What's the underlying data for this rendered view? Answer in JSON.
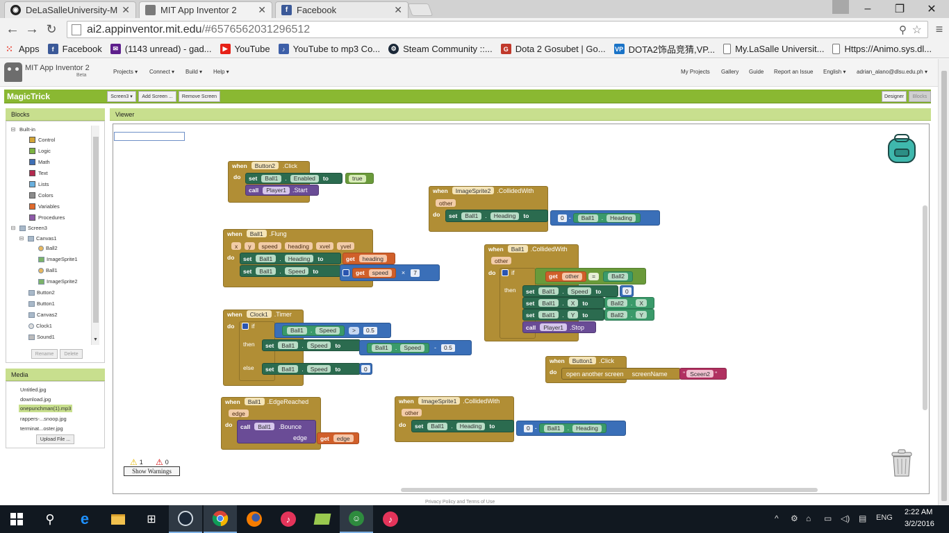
{
  "browser": {
    "tabs": [
      {
        "title": "DeLaSalleUniversity-Manil",
        "icon": "github-icon"
      },
      {
        "title": "MIT App Inventor 2",
        "icon": "app-inventor-icon"
      },
      {
        "title": "Facebook",
        "icon": "facebook-icon"
      }
    ],
    "url_host": "ai2.appinventor.mit.edu",
    "url_path": "/#6576562031296512",
    "bookmarks": [
      {
        "label": "Apps",
        "icon": "apps-icon",
        "color": "#ea4335"
      },
      {
        "label": "Facebook",
        "icon": "facebook-icon",
        "color": "#3b5998"
      },
      {
        "label": "(1143 unread) - gad...",
        "icon": "yahoo-mail-icon",
        "color": "#5e1f8c"
      },
      {
        "label": "YouTube",
        "icon": "youtube-icon",
        "color": "#e62117"
      },
      {
        "label": "YouTube to mp3 Co...",
        "icon": "mp3-icon",
        "color": "#3d5fa8"
      },
      {
        "label": "Steam Community ::...",
        "icon": "steam-icon",
        "color": "#1b2838"
      },
      {
        "label": "Dota 2 Gosubet | Go...",
        "icon": "gosubet-icon",
        "color": "#c0392b"
      },
      {
        "label": "DOTA2饰品竞猜,VP...",
        "icon": "vp-icon",
        "color": "#1a73c7"
      },
      {
        "label": "My.LaSalle Universit...",
        "icon": "page-icon",
        "color": "#ffffff"
      },
      {
        "label": "Https://Animo.sys.dl...",
        "icon": "page-icon",
        "color": "#ffffff"
      }
    ]
  },
  "app": {
    "title": "MIT App Inventor 2",
    "beta": "Beta",
    "menu": [
      "Projects ▾",
      "Connect ▾",
      "Build ▾",
      "Help ▾"
    ],
    "right_links": [
      "My Projects",
      "Gallery",
      "Guide",
      "Report an Issue",
      "English ▾",
      "adrian_alano@dlsu.edu.ph ▾"
    ],
    "project_name": "MagicTrick",
    "screen_buttons": [
      "Screen3 ▾",
      "Add Screen ...",
      "Remove Screen"
    ],
    "mode_buttons": [
      "Designer",
      "Blocks"
    ]
  },
  "blocks_panel": {
    "header": "Blocks",
    "builtin_label": "Built-in",
    "builtin": [
      {
        "label": "Control",
        "color": "#d4a637"
      },
      {
        "label": "Logic",
        "color": "#7cb342"
      },
      {
        "label": "Math",
        "color": "#3f6fb5"
      },
      {
        "label": "Text",
        "color": "#b3294e"
      },
      {
        "label": "Lists",
        "color": "#6ab0de"
      },
      {
        "label": "Colors",
        "color": "#8c8c8c"
      },
      {
        "label": "Variables",
        "color": "#e06a2c"
      },
      {
        "label": "Procedures",
        "color": "#8e5aa8"
      }
    ],
    "screen": "Screen3",
    "components": [
      "Canvas1",
      "Ball2",
      "ImageSprite1",
      "Ball1",
      "ImageSprite2",
      "Button2",
      "Button1",
      "Canvas2",
      "Clock1",
      "Sound1"
    ],
    "rename": "Rename",
    "delete": "Delete"
  },
  "media_panel": {
    "header": "Media",
    "files": [
      "Untitled.jpg",
      "download.jpg",
      "onepunchman(1).mp3",
      "rappers-...snoop.jpg",
      "terminat...oster.jpg"
    ],
    "upload": "Upload File ..."
  },
  "viewer": {
    "header": "Viewer",
    "warning_count": "1",
    "error_count": "0",
    "show_warnings": "Show Warnings",
    "privacy": "Privacy Policy and Terms of Use"
  },
  "blocks": {
    "when": "when",
    "do": "do",
    "set": "set",
    "to": "to",
    "call": "call",
    "get": "get",
    "if": "if",
    "then": "then",
    "else": "else",
    "b1": {
      "comp": "Button2",
      "event": ".Click",
      "ball": "Ball1",
      "prop": "Enabled",
      "val": "true",
      "player": "Player1",
      "method": ".Start"
    },
    "b2": {
      "comp": "ImageSprite2",
      "event": ".CollidedWith",
      "param": "other",
      "ball": "Ball1",
      "prop": "Heading",
      "zero": "0",
      "op": "-"
    },
    "b3": {
      "comp": "Ball1",
      "event": ".Flung",
      "params": [
        "x",
        "y",
        "speed",
        "heading",
        "xvel",
        "yvel"
      ],
      "prop1": "Heading",
      "prop2": "Speed",
      "var1": "heading",
      "var2": "speed",
      "op": "×",
      "factor": "7"
    },
    "b4": {
      "comp": "Ball1",
      "event": ".CollidedWith",
      "param": "other",
      "var": "other",
      "eq": "=",
      "cmp": "Ball2",
      "speed": "Speed",
      "zero": "0",
      "x": "X",
      "y": "Y",
      "ball2": "Ball2",
      "player": "Player1",
      "method": ".Stop"
    },
    "b5": {
      "comp": "Clock1",
      "event": ".Timer",
      "ball": "Ball1",
      "speed": "Speed",
      "gt": ">",
      "half": "0.5",
      "minus": "-",
      "zero": "0"
    },
    "b6": {
      "comp": "Button1",
      "event": ".Click",
      "action": "open another screen",
      "arg": "screenName",
      "screen": "Sceen2"
    },
    "b7": {
      "comp": "Ball1",
      "event": ".EdgeReached",
      "param": "edge",
      "method": ".Bounce",
      "arg": "edge",
      "var": "edge"
    },
    "b8": {
      "comp": "ImageSprite1",
      "event": ".CollidedWith",
      "param": "other",
      "ball": "Ball1",
      "prop": "Heading",
      "zero": "0",
      "op": "-"
    }
  },
  "taskbar": {
    "time": "2:22 AM",
    "date": "3/2/2016",
    "lang": "ENG"
  }
}
